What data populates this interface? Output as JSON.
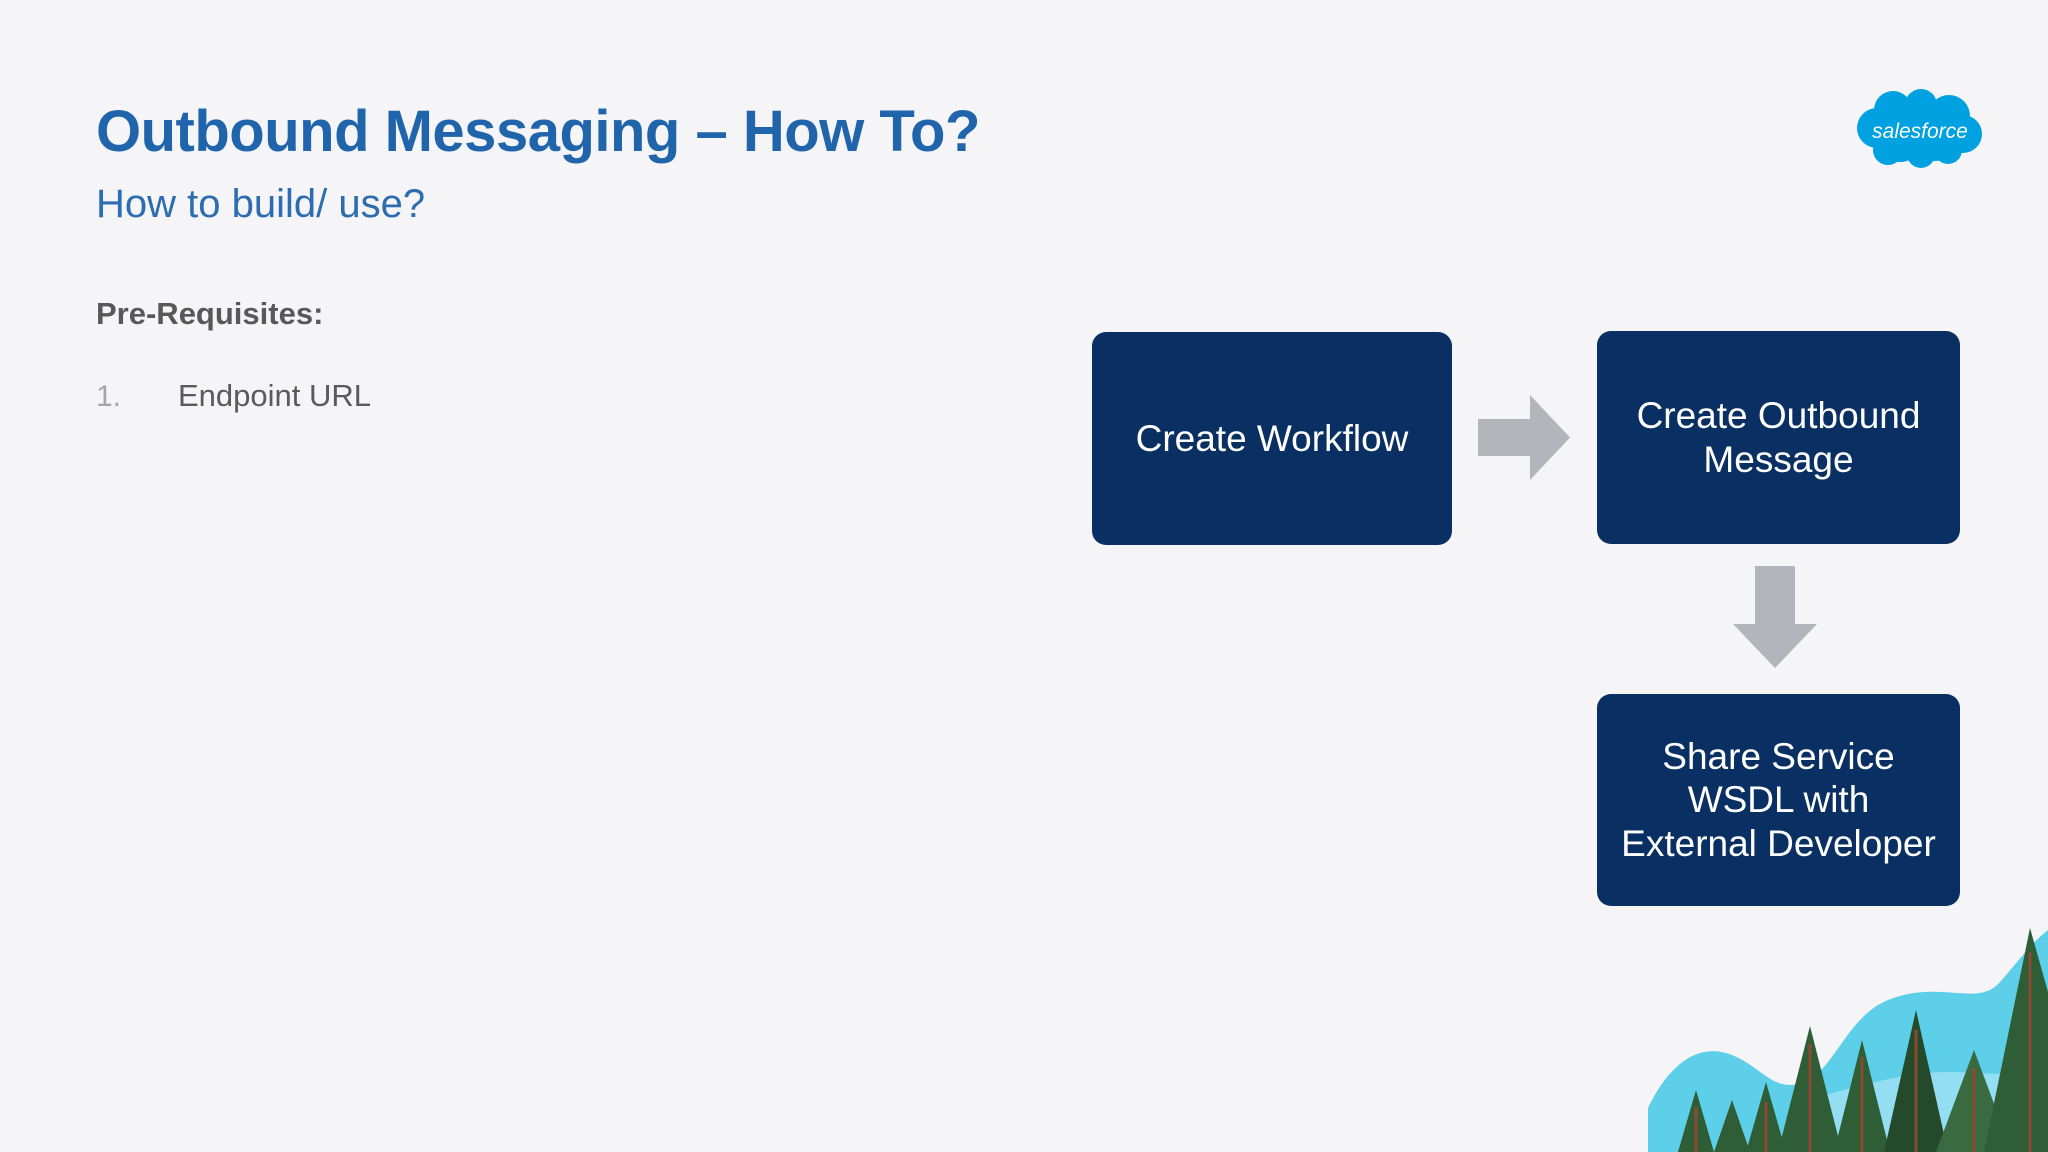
{
  "slide": {
    "background_color": "#f5f4f6",
    "title": "Outbound Messaging – How To?",
    "subtitle": "How to build/ use?",
    "title_color": "#2064ab",
    "subtitle_color": "#2c6cb0"
  },
  "content": {
    "prereq_heading": "Pre-Requisites:",
    "list": [
      {
        "number": "1.",
        "text": "Endpoint URL"
      }
    ]
  },
  "flow": {
    "box_color": "#0a3063",
    "box_text_color": "#ffffff",
    "arrow_color": "#b2b5bb",
    "boxes": [
      {
        "id": "create-workflow",
        "label": "Create Workflow"
      },
      {
        "id": "create-outbound-message",
        "label": "Create Outbound Message"
      },
      {
        "id": "share-service-wsdl",
        "label": "Share Service WSDL with External Developer"
      }
    ],
    "arrows": [
      {
        "id": "arrow-right",
        "direction": "right"
      },
      {
        "id": "arrow-down",
        "direction": "down"
      }
    ]
  },
  "branding": {
    "logo_name": "salesforce-cloud-logo",
    "logo_text": "salesforce",
    "logo_color": "#00a1e0",
    "logo_text_color": "#ffffff"
  },
  "decoration": {
    "name": "pine-forest-illustration",
    "hill_color": "#5ecfe8",
    "hill_color_light": "#a6e3f5",
    "tree_color": "#2f5d35",
    "tree_color_dark": "#254a2b",
    "trunk_color": "#8a4a33"
  }
}
